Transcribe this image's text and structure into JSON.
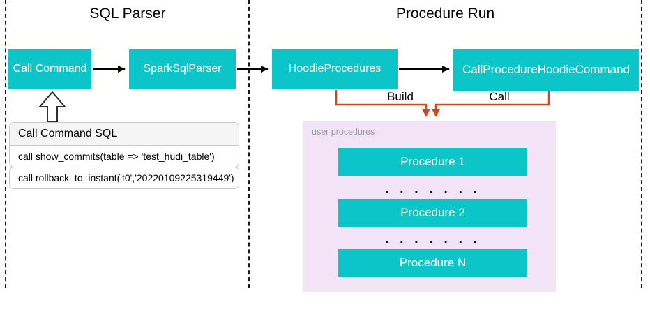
{
  "colors": {
    "teal": "#0cc5c9",
    "red": "#d2471c",
    "lavender": "#f2e4f6",
    "arrow_black": "#000000"
  },
  "sections": {
    "sql_parser": {
      "title": "SQL Parser"
    },
    "procedure_run": {
      "title": "Procedure Run"
    }
  },
  "nodes": {
    "call_command": {
      "label": "Call Command"
    },
    "spark_sql_parser": {
      "label": "SparkSqlParser"
    },
    "hoodie_procedures": {
      "label": "HoodieProcedures"
    },
    "call_procedure_hoodie_command": {
      "label": "CallProcedureHoodieCommand"
    }
  },
  "edges": {
    "build": {
      "label": "Build"
    },
    "call": {
      "label": "Call"
    }
  },
  "sql_panel": {
    "title": "Call Command SQL",
    "rows": [
      "call show_commits(table => 'test_hudi_table')",
      "call rollback_to_instant('t0','20220109225319449')"
    ]
  },
  "user_procedures": {
    "label": "user procedures",
    "items": [
      "Procedure 1",
      "Procedure 2",
      "Procedure N"
    ],
    "ellipsis": ". . . . . . ."
  }
}
